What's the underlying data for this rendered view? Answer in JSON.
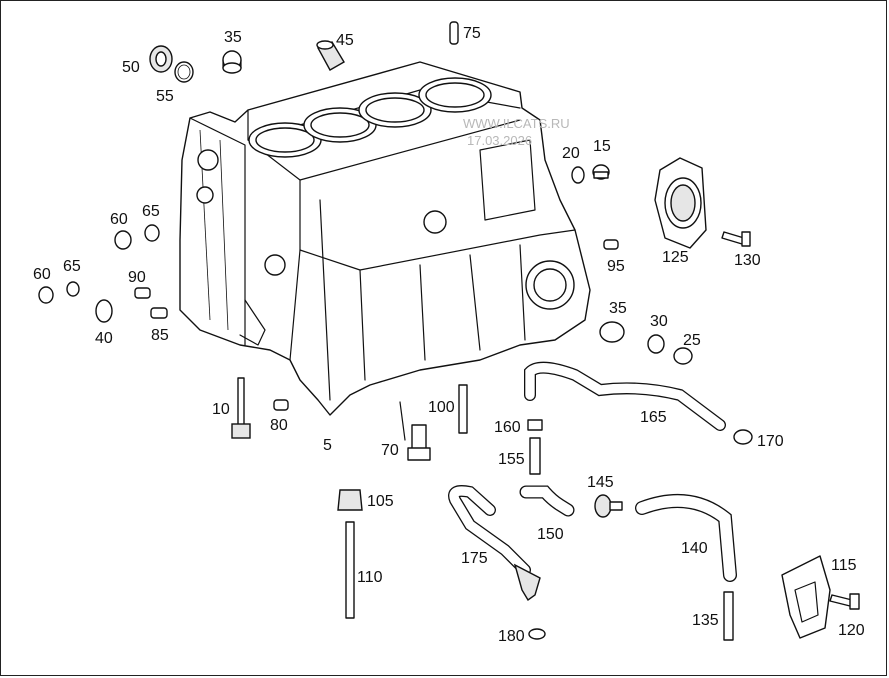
{
  "watermark": {
    "site": "WWW.ILCATS.RU",
    "date": "17.03.2026"
  },
  "labels": {
    "p5": "5",
    "p10": "10",
    "p15": "15",
    "p20": "20",
    "p25": "25",
    "p30": "30",
    "p35a": "35",
    "p35b": "35",
    "p40": "40",
    "p45": "45",
    "p50": "50",
    "p55": "55",
    "p60a": "60",
    "p60b": "60",
    "p65a": "65",
    "p65b": "65",
    "p70": "70",
    "p75": "75",
    "p80": "80",
    "p85": "85",
    "p90": "90",
    "p95": "95",
    "p100": "100",
    "p105": "105",
    "p110": "110",
    "p115": "115",
    "p120": "120",
    "p125": "125",
    "p130": "130",
    "p135": "135",
    "p140": "140",
    "p145": "145",
    "p150": "150",
    "p155": "155",
    "p160": "160",
    "p165": "165",
    "p170": "170",
    "p175": "175",
    "p180": "180"
  }
}
